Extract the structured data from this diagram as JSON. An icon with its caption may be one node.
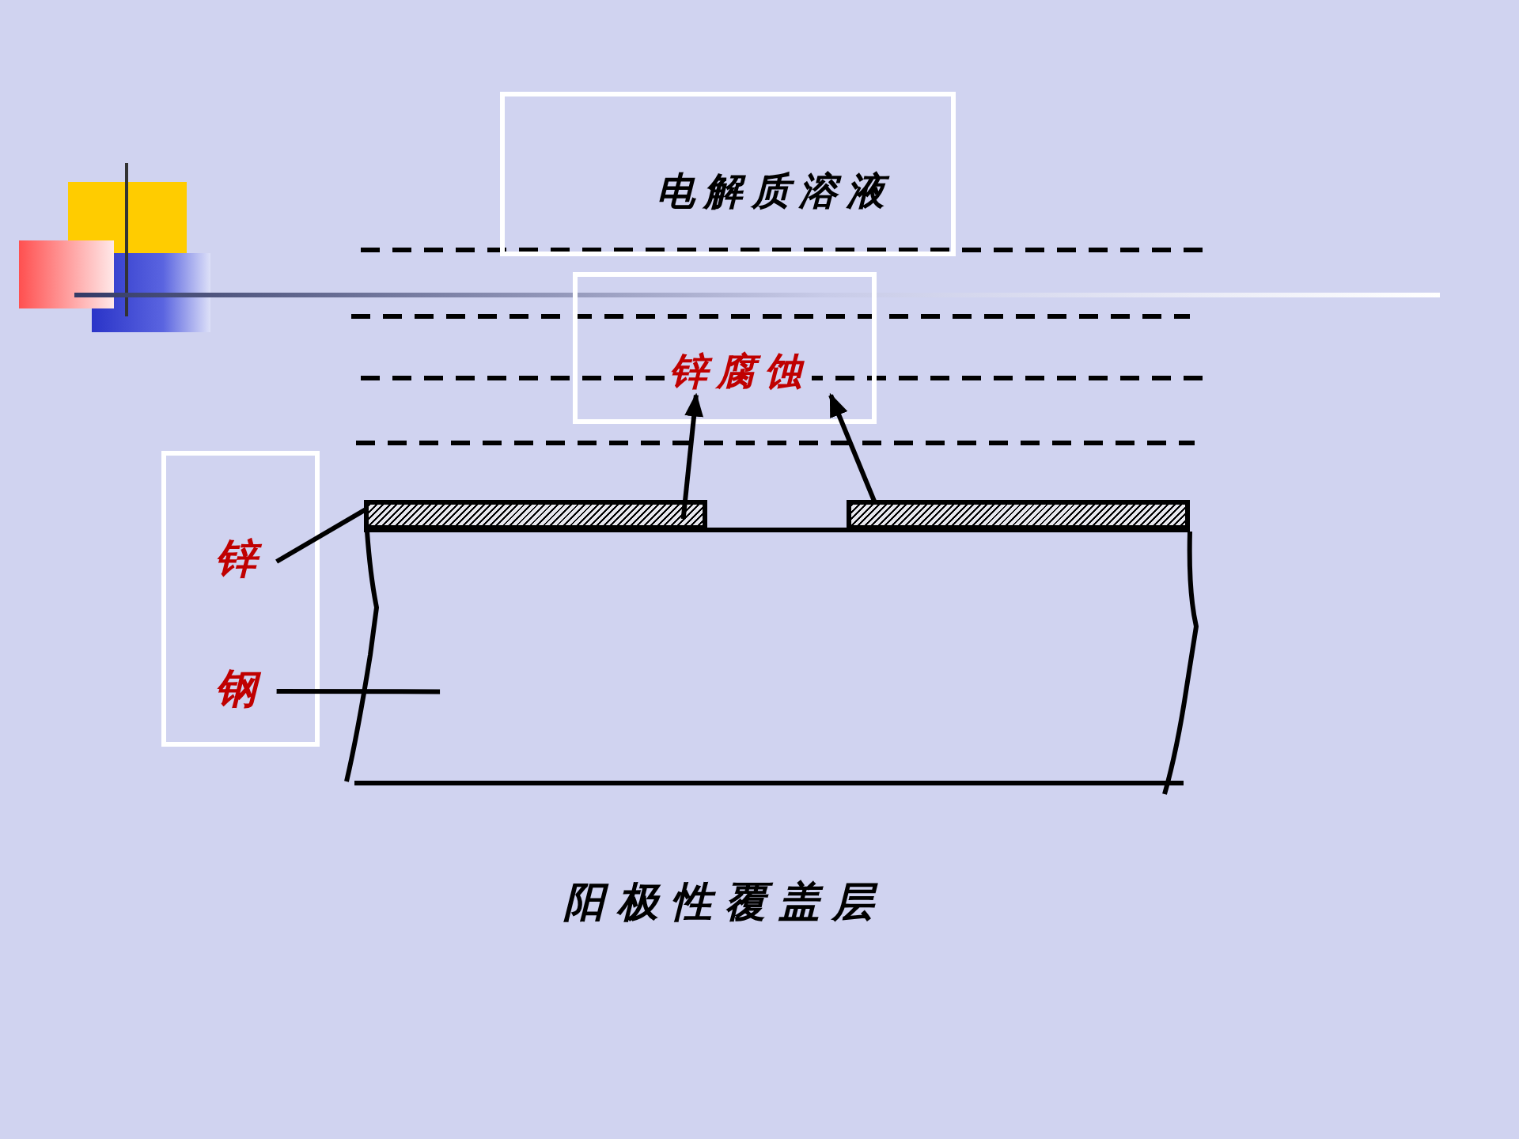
{
  "diagram": {
    "caption": "阳极性覆盖层",
    "nodes": [
      {
        "text": [
          "电解质溶液"
        ]
      },
      {
        "text": [
          "锌腐蚀"
        ]
      },
      {
        "text": [],
        "shape": "box"
      },
      {
        "text": [
          "锌"
        ],
        "in": 2
      },
      {
        "text": [
          "钢"
        ],
        "in": 2
      },
      {
        "text": [],
        "shape": "bar"
      },
      {
        "text": [],
        "shape": "bar"
      },
      {
        "text": [],
        "shape": "box"
      }
    ],
    "edges": [
      {
        "from": 5,
        "to": 1,
        "arrow": "to"
      },
      {
        "from": 6,
        "to": 1,
        "arrow": "to"
      },
      {
        "from": 3,
        "to": 5,
        "arrow": "none"
      },
      {
        "from": 4,
        "to": 7,
        "arrow": "none"
      }
    ]
  }
}
